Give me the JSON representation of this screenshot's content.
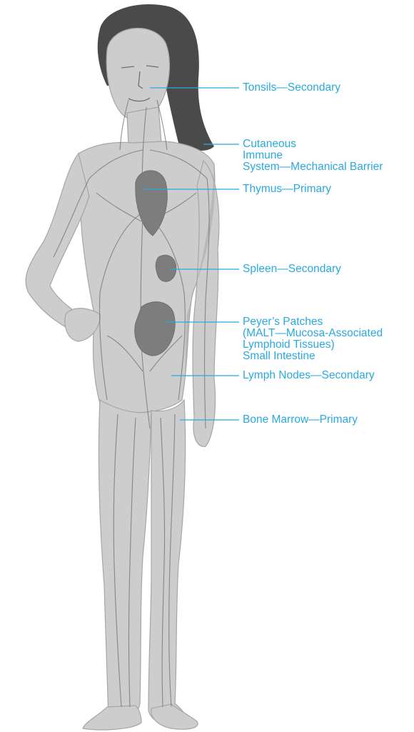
{
  "colors": {
    "label": "#29a9e1",
    "leader": "#29a9e1",
    "skin": "#cdcdcd",
    "skin_shade": "#a6a6a6",
    "hair": "#4a4a4a",
    "vessel": "#6f6f6f",
    "organ": "#7d7d7d"
  },
  "labels": [
    {
      "id": "tonsils",
      "lines": [
        "Tonsils—Secondary"
      ]
    },
    {
      "id": "cutaneous",
      "lines": [
        "Cutaneous",
        "Immune",
        "System—Mechanical Barrier"
      ]
    },
    {
      "id": "thymus",
      "lines": [
        "Thymus—Primary"
      ]
    },
    {
      "id": "spleen",
      "lines": [
        "Spleen—Secondary"
      ]
    },
    {
      "id": "peyers",
      "lines": [
        "Peyer’s Patches",
        "(MALT—Mucosa-Associated",
        "Lymphoid Tissues)",
        "Small Intestine"
      ]
    },
    {
      "id": "lymph",
      "lines": [
        "Lymph Nodes—Secondary"
      ]
    },
    {
      "id": "marrow",
      "lines": [
        "Bone Marrow—Primary"
      ]
    }
  ]
}
